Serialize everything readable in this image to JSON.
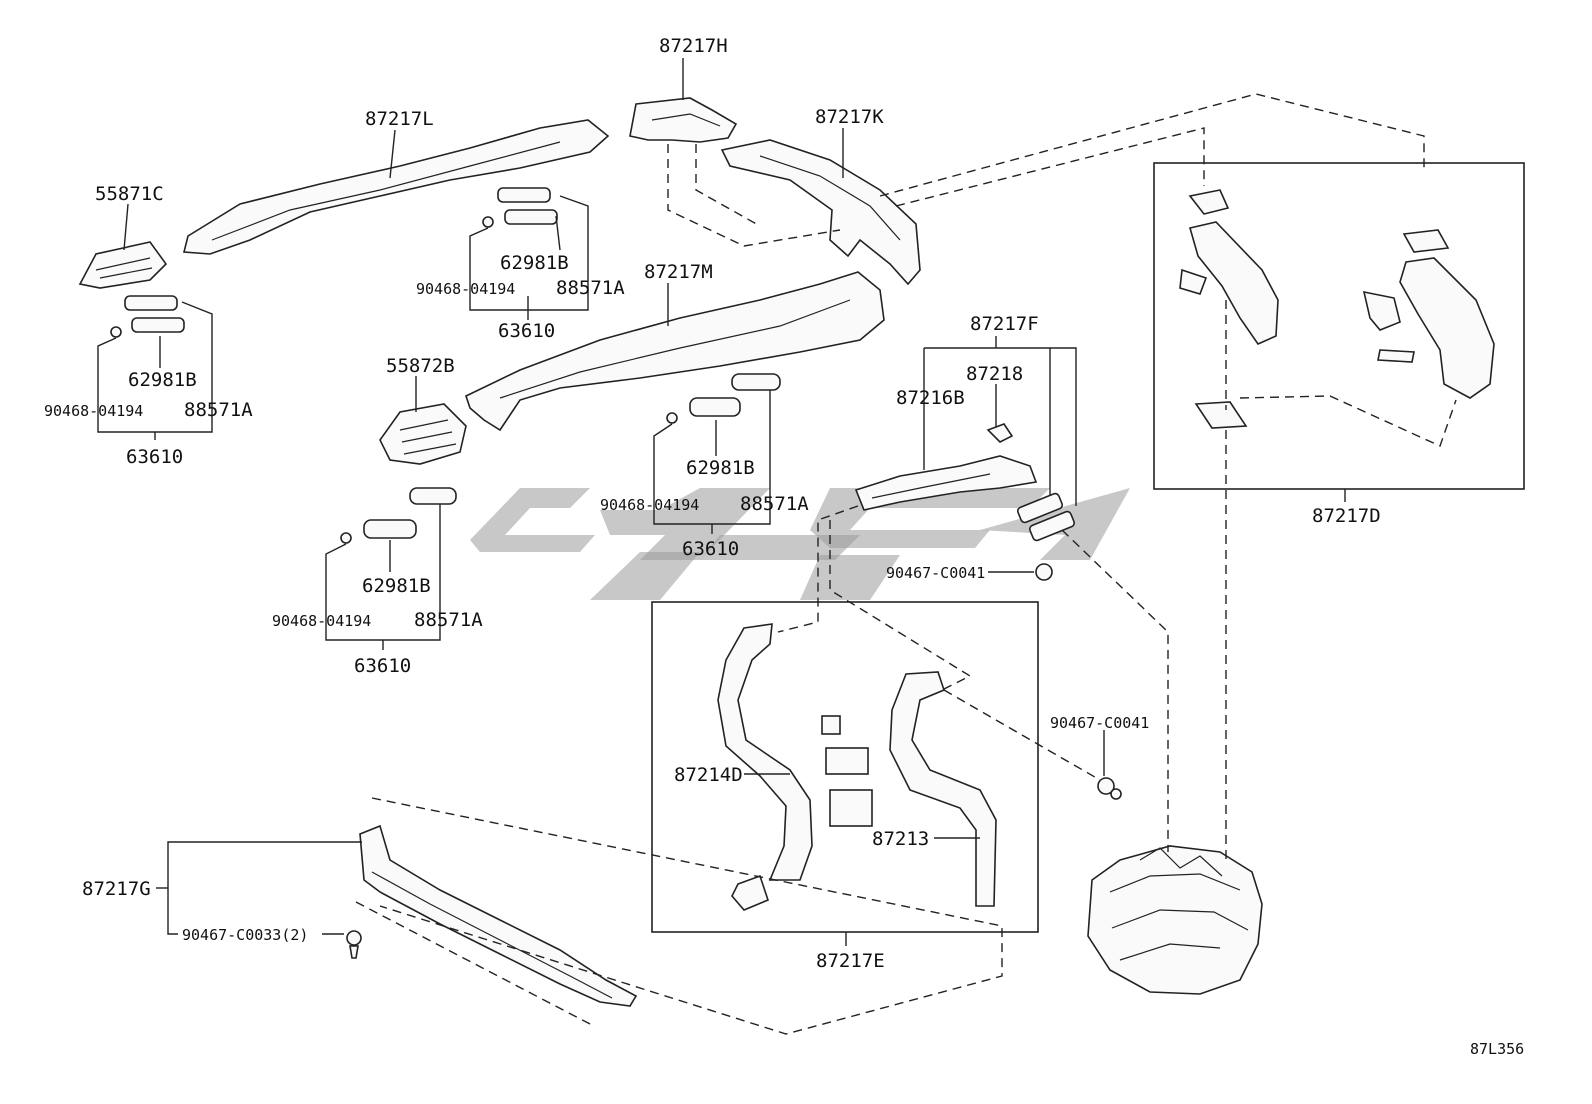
{
  "diagram": {
    "drawing_code": "87L356",
    "labels": {
      "l_87217H": "87217H",
      "l_87217L": "87217L",
      "l_87217K": "87217K",
      "l_55871C": "55871C",
      "l_62981B_a": "62981B",
      "l_90468_a": "90468-04194",
      "l_88571A_a": "88571A",
      "l_63610_a": "63610",
      "l_87217M": "87217M",
      "l_62981B_b": "62981B",
      "l_90468_b": "90468-04194",
      "l_88571A_b": "88571A",
      "l_63610_b": "63610",
      "l_55872B": "55872B",
      "l_62981B_c": "62981B",
      "l_90468_c": "90468-04194",
      "l_88571A_c": "88571A",
      "l_63610_c": "63610",
      "l_62981B_d": "62981B",
      "l_90468_d": "90468-04194",
      "l_88571A_d": "88571A",
      "l_63610_d": "63610",
      "l_87217F": "87217F",
      "l_87218": "87218",
      "l_87216B": "87216B",
      "l_90467_C0041_a": "90467-C0041",
      "l_90467_C0041_b": "90467-C0041",
      "l_87214D": "87214D",
      "l_87213": "87213",
      "l_87217E": "87217E",
      "l_87217D": "87217D",
      "l_87217G": "87217G",
      "l_90467_C0033": "90467-C0033(2)"
    }
  }
}
